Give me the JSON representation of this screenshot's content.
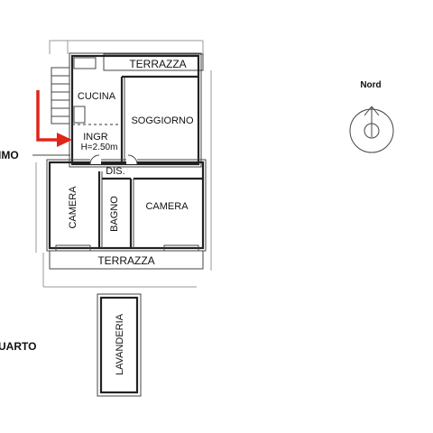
{
  "rooms": {
    "terrazza_top": "TERRAZZA",
    "cucina": "CUCINA",
    "soggiorno": "SOGGIORNO",
    "ingresso": "INGR",
    "height_note": "H=2.50m",
    "disimpegno": "DIS.",
    "camera_left": "CAMERA",
    "bagno": "BAGNO",
    "camera_right": "CAMERA",
    "terrazza_bottom": "TERRAZZA",
    "lavanderia": "LAVANDERIA"
  },
  "floor_labels": {
    "upper_cropped": "IMO",
    "lower_cropped": "UARTO"
  },
  "compass": {
    "label": "Nord"
  },
  "entry_arrow": {
    "color": "#e0251b"
  }
}
